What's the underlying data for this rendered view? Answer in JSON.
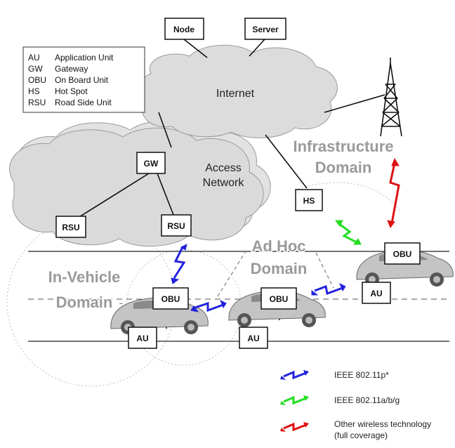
{
  "nodes": {
    "node": "Node",
    "server": "Server",
    "internet": "Internet",
    "access_network": [
      "Access",
      "Network"
    ],
    "gw": "GW",
    "rsu_left": "RSU",
    "rsu_right": "RSU",
    "hs": "HS",
    "obu_left": "OBU",
    "obu_mid": "OBU",
    "obu_right": "OBU",
    "au_left": "AU",
    "au_mid": "AU",
    "au_right": "AU"
  },
  "domains": {
    "infrastructure": [
      "Infrastructure",
      "Domain"
    ],
    "ad_hoc": [
      "Ad Hoc",
      "Domain"
    ],
    "in_vehicle": [
      "In-Vehicle",
      "Domain"
    ]
  },
  "abbreviations": [
    {
      "abbr": "AU",
      "meaning": "Application Unit"
    },
    {
      "abbr": "GW",
      "meaning": "Gateway"
    },
    {
      "abbr": "OBU",
      "meaning": "On Board Unit"
    },
    {
      "abbr": "HS",
      "meaning": "Hot Spot"
    },
    {
      "abbr": "RSU",
      "meaning": "Road Side Unit"
    }
  ],
  "legend": [
    {
      "label": "IEEE 802.11p*",
      "color": "#2222dd"
    },
    {
      "label": "IEEE 802.11a/b/g",
      "color": "#22dd22"
    },
    {
      "label": [
        "Other wireless technology",
        "(full coverage)"
      ],
      "color": "#dd1111"
    }
  ],
  "colors": {
    "cloud_fill": "#dcdcdc",
    "domain_text": "#9a9a9a",
    "car_body": "#c8c8c8"
  }
}
